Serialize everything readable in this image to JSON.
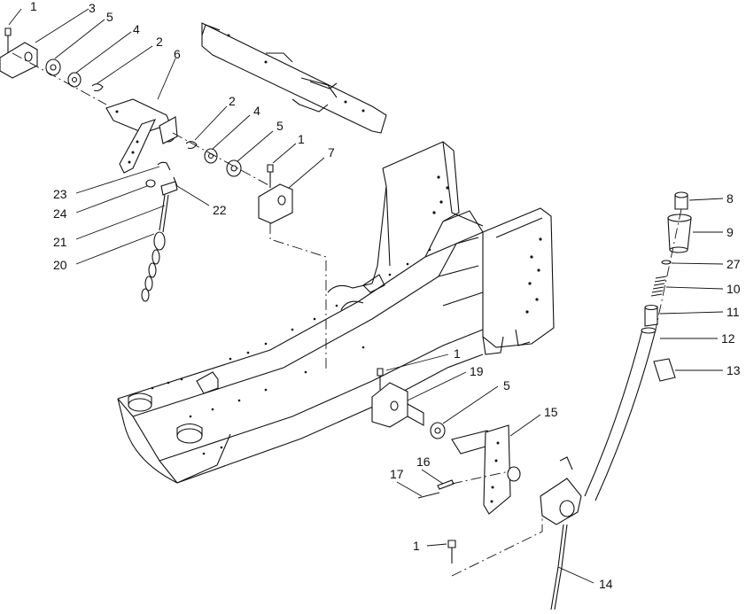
{
  "figure": {
    "callouts": [
      {
        "id": "c1a",
        "text": "1"
      },
      {
        "id": "c3",
        "text": "3"
      },
      {
        "id": "c5a",
        "text": "5"
      },
      {
        "id": "c4a",
        "text": "4"
      },
      {
        "id": "c2a",
        "text": "2"
      },
      {
        "id": "c6",
        "text": "6"
      },
      {
        "id": "c2b",
        "text": "2"
      },
      {
        "id": "c4b",
        "text": "4"
      },
      {
        "id": "c5b",
        "text": "5"
      },
      {
        "id": "c1b",
        "text": "1"
      },
      {
        "id": "c7",
        "text": "7"
      },
      {
        "id": "c23",
        "text": "23"
      },
      {
        "id": "c24",
        "text": "24"
      },
      {
        "id": "c22",
        "text": "22"
      },
      {
        "id": "c21",
        "text": "21"
      },
      {
        "id": "c20",
        "text": "20"
      },
      {
        "id": "c8",
        "text": "8"
      },
      {
        "id": "c9",
        "text": "9"
      },
      {
        "id": "c27",
        "text": "27"
      },
      {
        "id": "c10",
        "text": "10"
      },
      {
        "id": "c11",
        "text": "11"
      },
      {
        "id": "c12",
        "text": "12"
      },
      {
        "id": "c13",
        "text": "13"
      },
      {
        "id": "c1c",
        "text": "1"
      },
      {
        "id": "c19",
        "text": "19"
      },
      {
        "id": "c5c",
        "text": "5"
      },
      {
        "id": "c15",
        "text": "15"
      },
      {
        "id": "c16",
        "text": "16"
      },
      {
        "id": "c17",
        "text": "17"
      },
      {
        "id": "c1d",
        "text": "1"
      },
      {
        "id": "c14",
        "text": "14"
      }
    ]
  }
}
